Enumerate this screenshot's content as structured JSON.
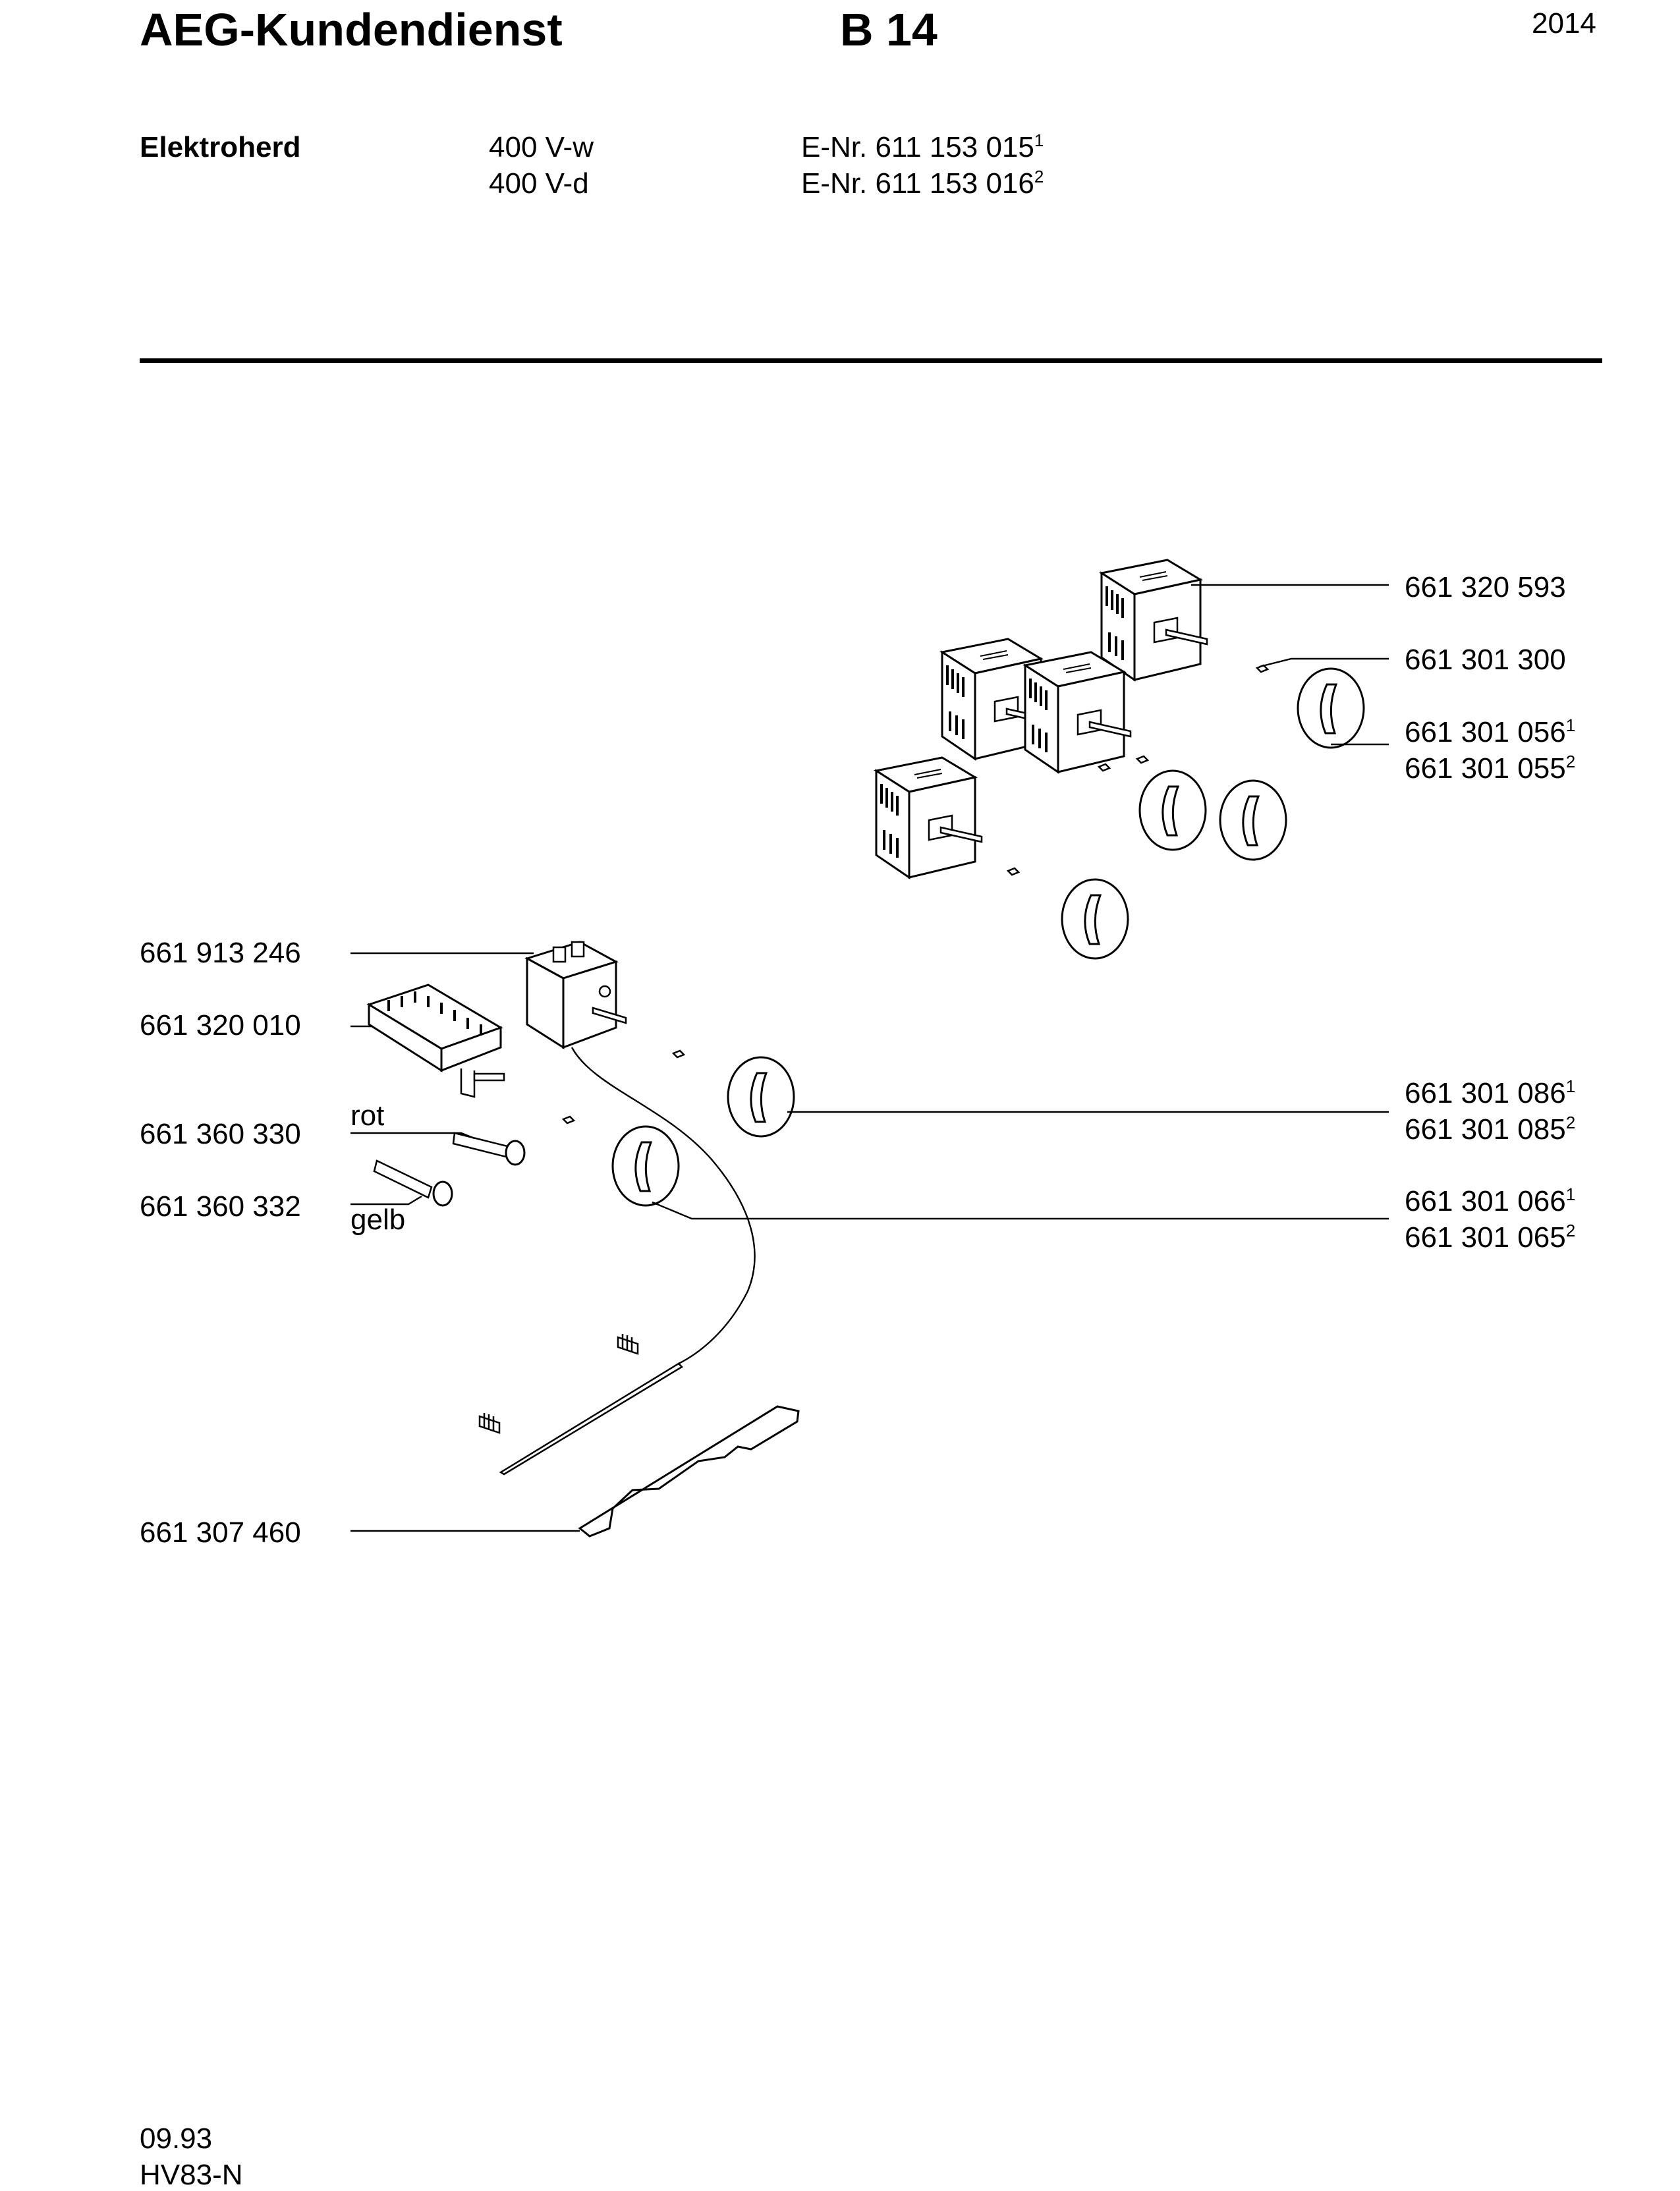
{
  "header": {
    "brand": "AEG-Kundendienst",
    "model": "B 14",
    "code": "2014",
    "product": "Elektroherd",
    "voltage_1": "400 V-w",
    "voltage_2": "400 V-d",
    "enr_1": "E-Nr. 611 153 015",
    "enr_1_sup": "1",
    "enr_2": "E-Nr. 611 153 016",
    "enr_2_sup": "2"
  },
  "parts_right": [
    {
      "number": "661 320 593",
      "sup": ""
    },
    {
      "number": "661 301 300",
      "sup": ""
    },
    {
      "number": "661 301 056",
      "sup": "1"
    },
    {
      "number": "661 301 055",
      "sup": "2"
    },
    {
      "number": "661 301 086",
      "sup": "1"
    },
    {
      "number": "661 301 085",
      "sup": "2"
    },
    {
      "number": "661 301 066",
      "sup": "1"
    },
    {
      "number": "661 301 065",
      "sup": "2"
    }
  ],
  "parts_left": [
    {
      "number": "661 913 246"
    },
    {
      "number": "661 320 010"
    },
    {
      "number": "661 360 330"
    },
    {
      "number": "661 360 332"
    },
    {
      "number": "661 307 460"
    }
  ],
  "color_labels": {
    "rot": "rot",
    "gelb": "gelb"
  },
  "footer": {
    "date": "09.93",
    "ref": "HV83-N"
  }
}
